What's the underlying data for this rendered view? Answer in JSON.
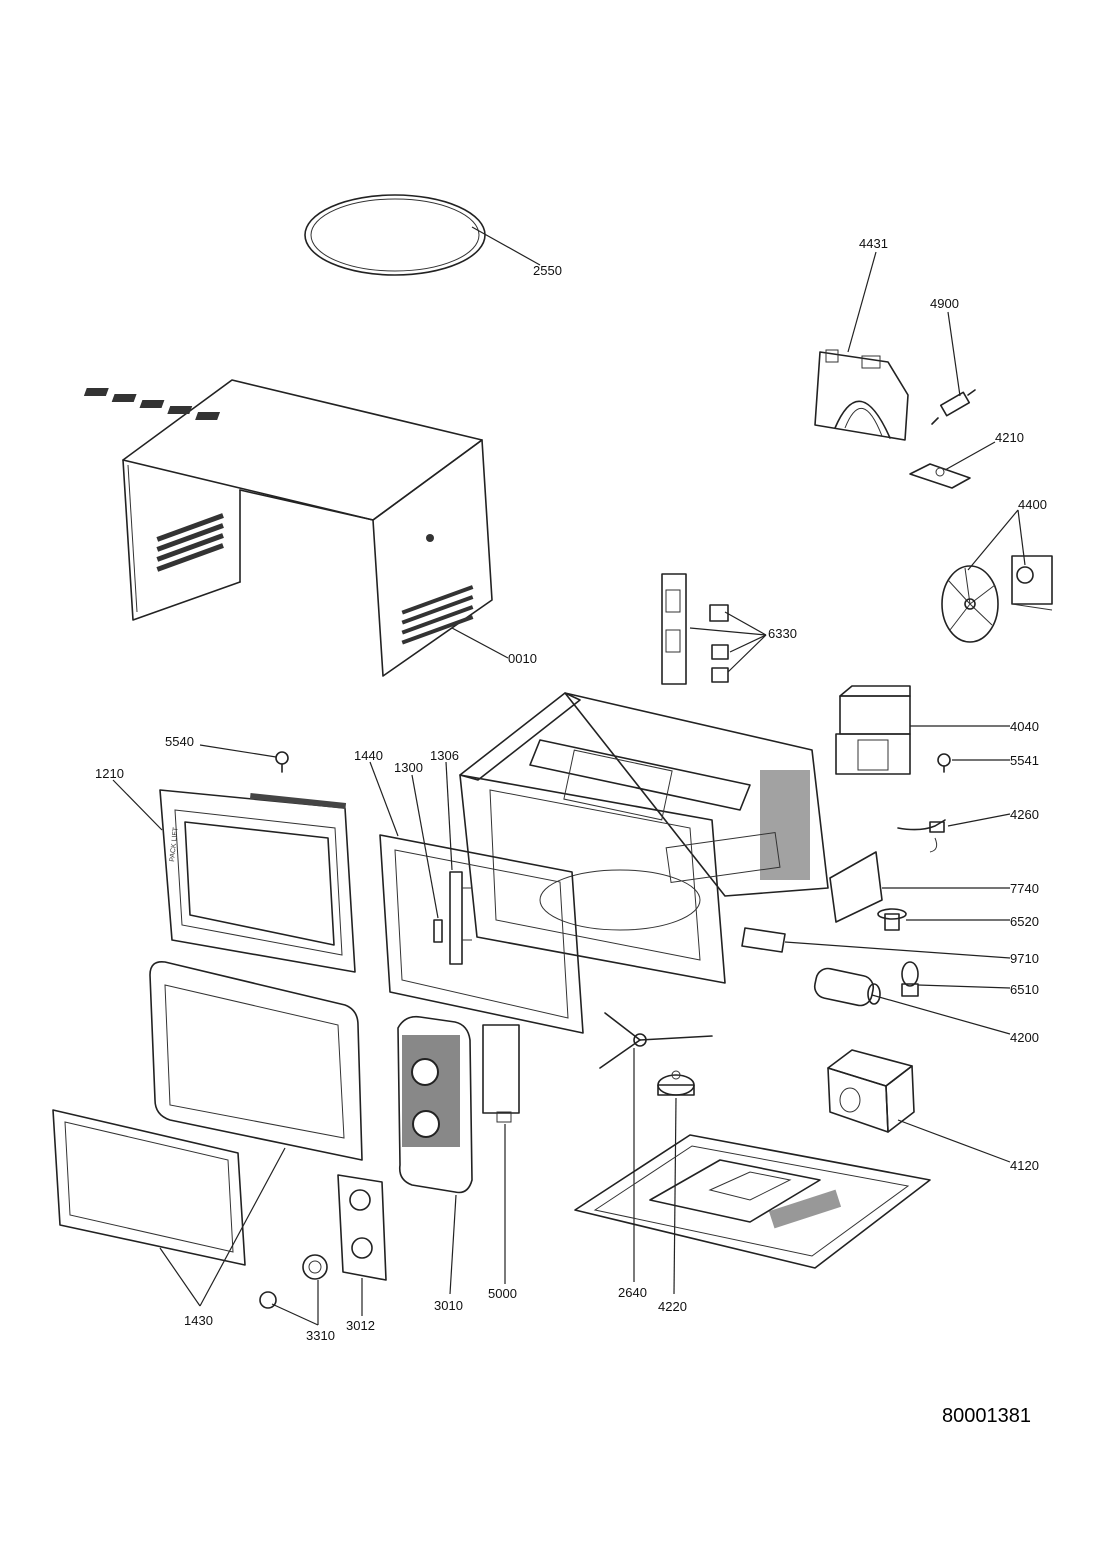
{
  "drawing_code": "80001381",
  "labels": {
    "p2550": "2550",
    "p4431": "4431",
    "p4900": "4900",
    "p4210": "4210",
    "p4400": "4400",
    "p6330": "6330",
    "p0010": "0010",
    "p4040": "4040",
    "p5540": "5540",
    "p5541": "5541",
    "p1210": "1210",
    "p1440": "1440",
    "p1300": "1300",
    "p1306": "1306",
    "p4260": "4260",
    "p7740": "7740",
    "p6520": "6520",
    "p9710": "9710",
    "p6510": "6510",
    "p4200": "4200",
    "p4120": "4120",
    "p1430": "1430",
    "p3310": "3310",
    "p3012": "3012",
    "p3010": "3010",
    "p5000": "5000",
    "p2640": "2640",
    "p4220": "4220"
  },
  "door_print": "PACK LIFT"
}
